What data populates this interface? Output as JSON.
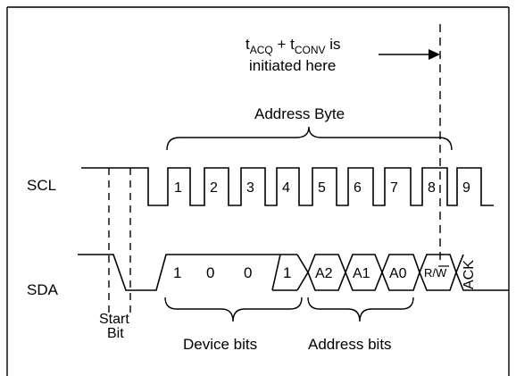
{
  "annotation": {
    "line1_t1_main": "t",
    "line1_t1_sub": "ACQ",
    "line1_plus": " + t",
    "line1_t2_sub": "CONV",
    "line1_tail": " is",
    "line2": "initiated here"
  },
  "labels": {
    "address_byte": "Address Byte",
    "scl": "SCL",
    "sda": "SDA",
    "start": "Start",
    "bit": "Bit",
    "device_bits": "Device bits",
    "address_bits": "Address bits",
    "ack": "ACK"
  },
  "clock_numbers": [
    "1",
    "2",
    "3",
    "4",
    "5",
    "6",
    "7",
    "8",
    "9"
  ],
  "device_bit_values": [
    "1",
    "0",
    "0",
    "1"
  ],
  "address_bit_values": [
    "A2",
    "A1",
    "A0"
  ],
  "rw_bit": {
    "r": "R",
    "slash": "/",
    "w": "W"
  }
}
